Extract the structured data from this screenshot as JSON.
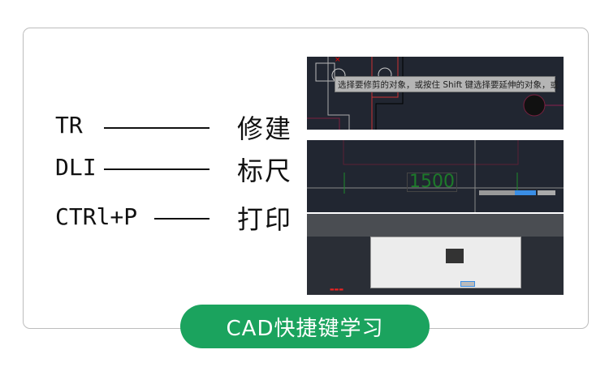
{
  "shortcuts": [
    {
      "key": "TR",
      "meaning": "修建"
    },
    {
      "key": "DLI",
      "meaning": "标尺"
    },
    {
      "key": "CTRl+P",
      "meaning": "打印"
    }
  ],
  "screens": {
    "trim_prompt": "选择要修剪的对象，或按住 Shift 键选择要延伸的对象，或",
    "dimension_value": "1500"
  },
  "button": {
    "label": "CAD快捷键学习"
  },
  "colors": {
    "accent": "#1ba35e",
    "cad_bg": "#212631"
  }
}
